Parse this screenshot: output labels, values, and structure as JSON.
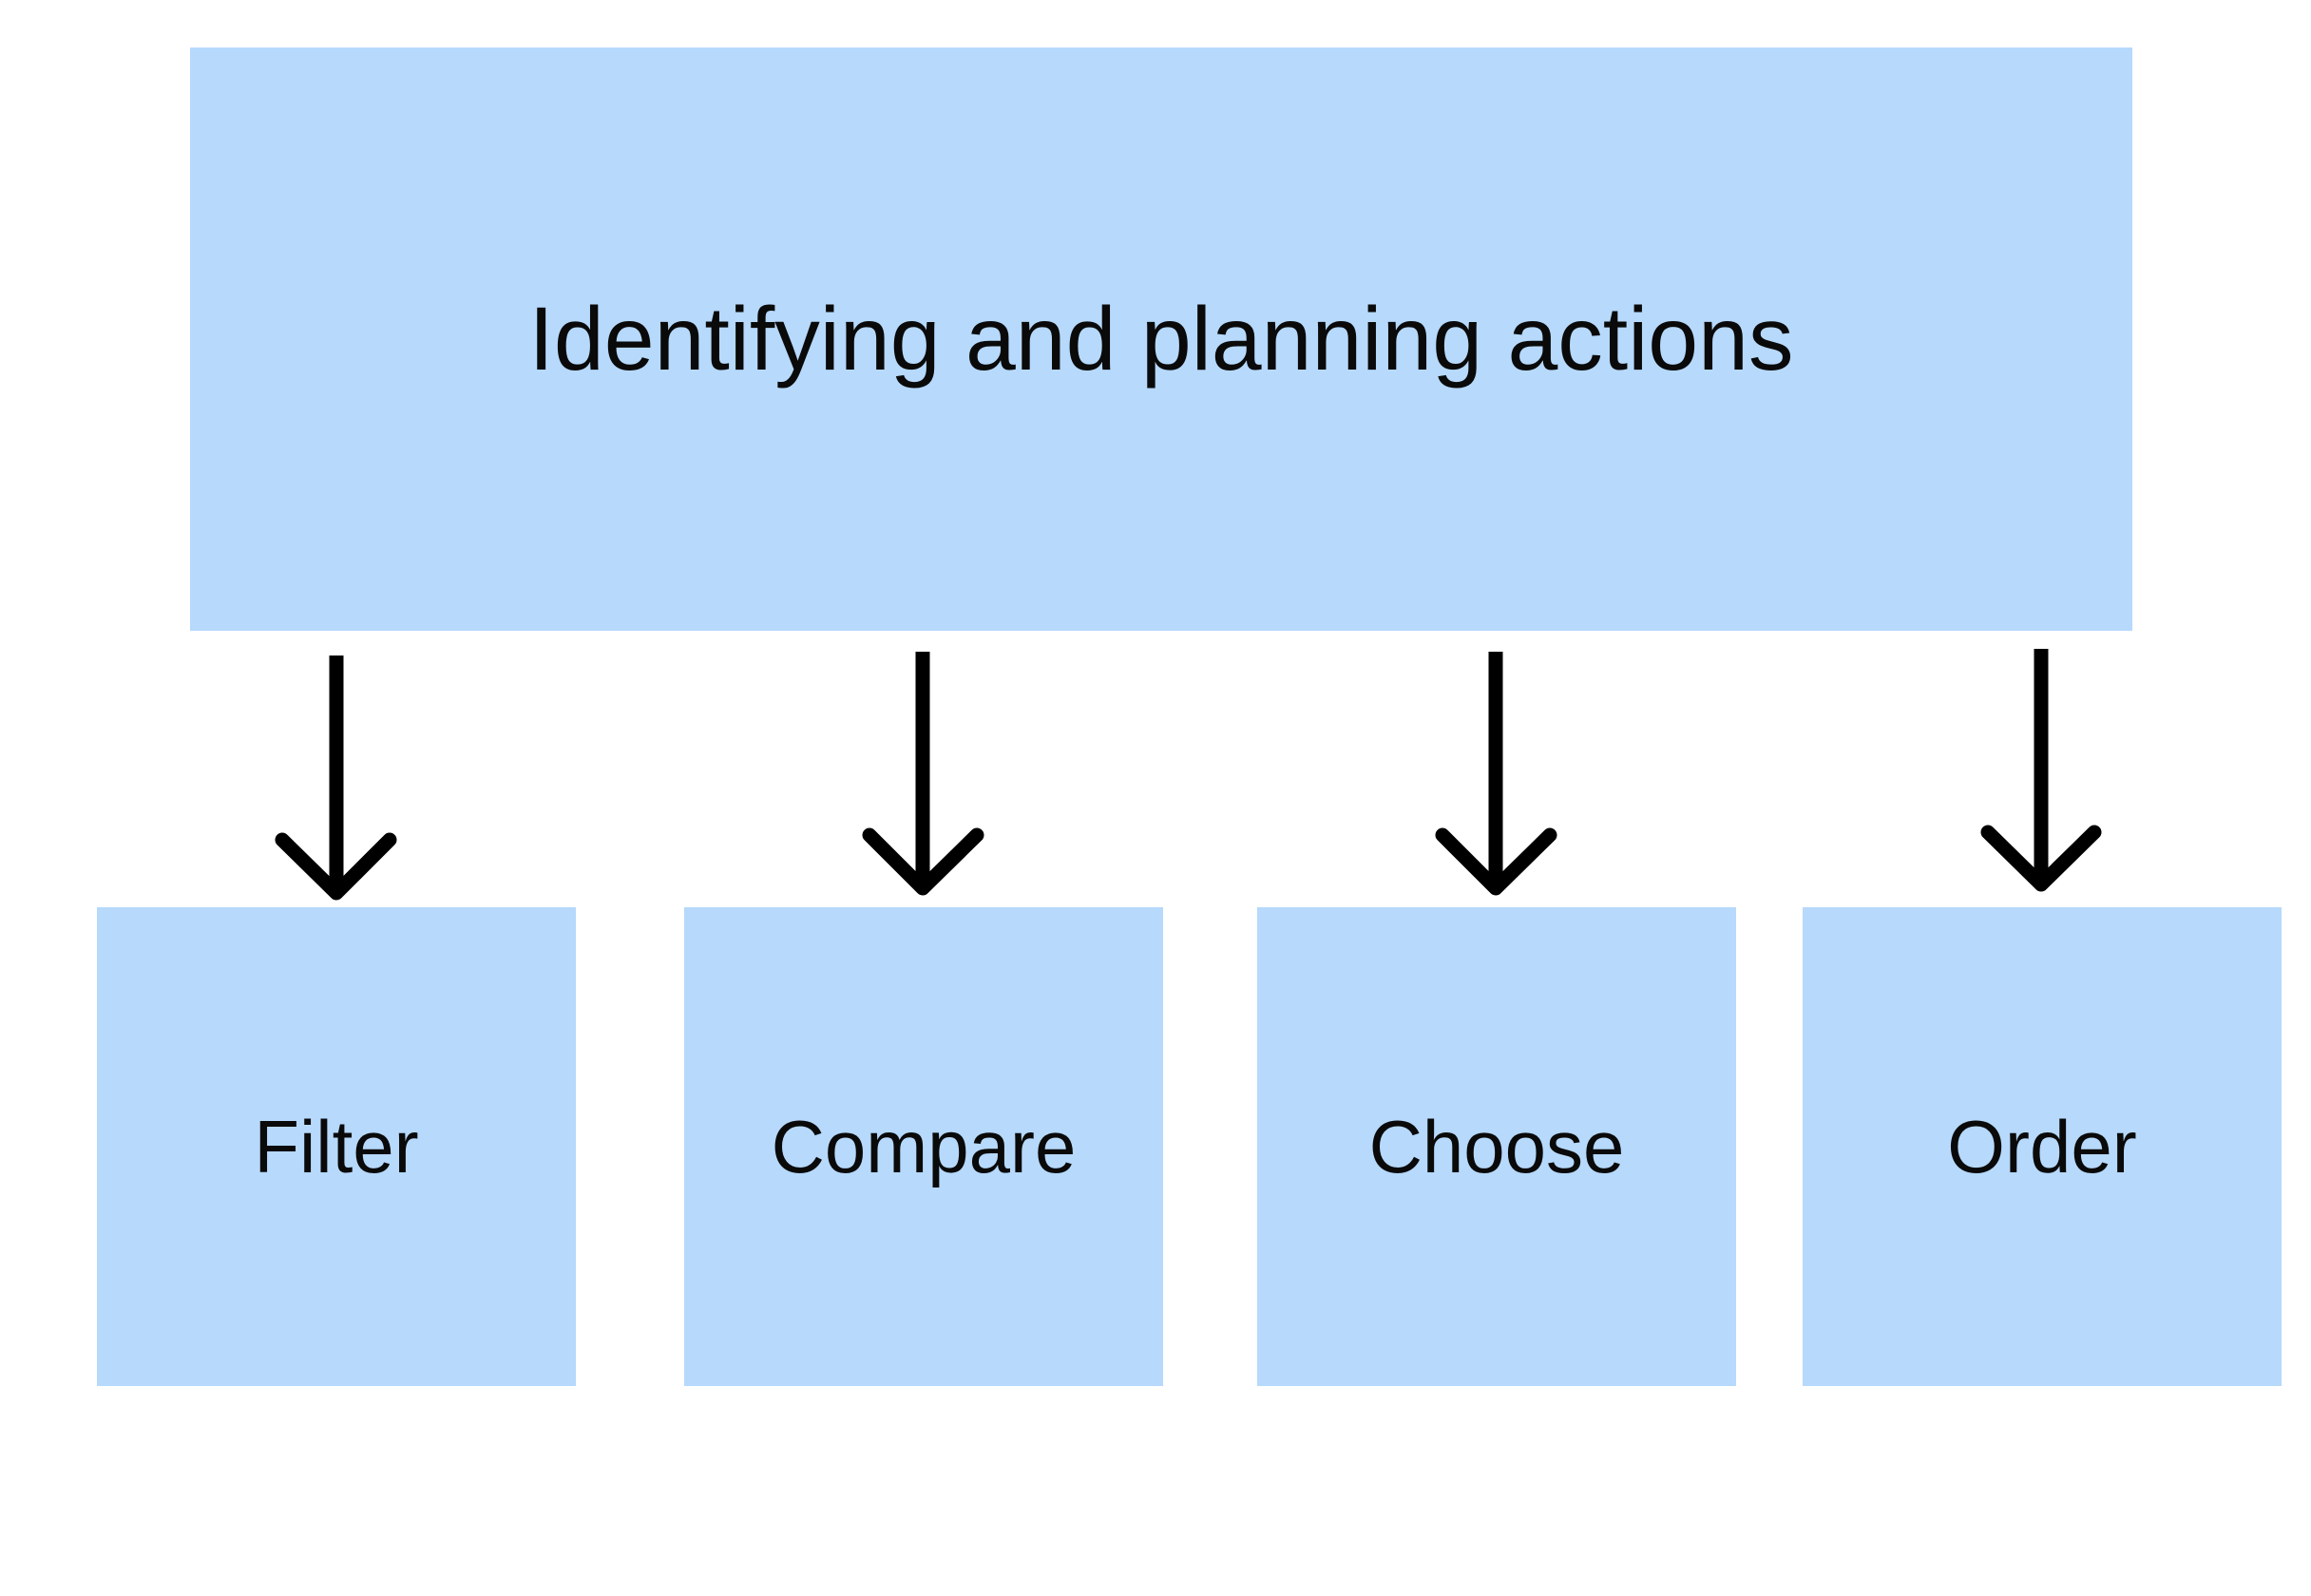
{
  "diagram": {
    "colors": {
      "box_fill": "#b6d9fc",
      "arrow": "#000000",
      "text": "#0a0a0a",
      "background": "#ffffff"
    },
    "main": {
      "label": "Identifying and planning actions"
    },
    "children": [
      {
        "label": "Filter"
      },
      {
        "label": "Compare"
      },
      {
        "label": "Choose"
      },
      {
        "label": "Order"
      }
    ],
    "edges": [
      {
        "from": "main",
        "to": "Filter"
      },
      {
        "from": "main",
        "to": "Compare"
      },
      {
        "from": "main",
        "to": "Choose"
      },
      {
        "from": "main",
        "to": "Order"
      }
    ]
  }
}
